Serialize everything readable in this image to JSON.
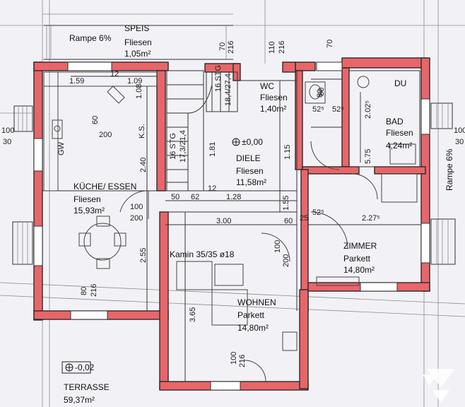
{
  "colors": {
    "wall": "#e8666a",
    "paper": "#f2f1f6",
    "line": "#2b2b2b",
    "watermark": "#ffffff"
  },
  "rooms": [
    {
      "id": "speis",
      "name": "SPEIS",
      "floor": "Fliesen",
      "area": "1,05m²"
    },
    {
      "id": "kueche",
      "name": "KÜCHE/ ESSEN",
      "floor": "Fliesen",
      "area": "15,93m²"
    },
    {
      "id": "wc",
      "name": "WC",
      "floor": "Fliesen",
      "area": "1,40m²"
    },
    {
      "id": "diele",
      "name": "DIELE",
      "floor": "Fliesen",
      "area": "11,58m²"
    },
    {
      "id": "bad",
      "name": "BAD",
      "floor": "Fliesen",
      "area": "4,24m²"
    },
    {
      "id": "zimmer",
      "name": "ZIMMER",
      "floor": "Parkett",
      "area": "14,80m²"
    },
    {
      "id": "wohnen",
      "name": "WOHNEN",
      "floor": "Parkett",
      "area": "14,80m²"
    },
    {
      "id": "terrasse",
      "name": "TERRASSE",
      "floor": "",
      "area": "59,37m²"
    }
  ],
  "labels": {
    "rampe_top": "Rampe 6%",
    "rampe_right": "Rampe 6%",
    "stairs_a": "16 STG",
    "stairs_a_dim": "18,4/27,4",
    "stairs_b": "16 STG",
    "stairs_b_dim": "17,3/21,4",
    "kamin": "Kamin 35/35  ø18",
    "level_diele": "±0,00",
    "level_terrasse": "-0,02",
    "gw": "GW",
    "ks": "K.S.",
    "du": "DU"
  },
  "dimensions": [
    "1.59",
    "1.09",
    "12",
    "1.08",
    "60",
    "200",
    "2.40",
    "2.55",
    "100",
    "200",
    "1.15",
    "1.55",
    "3.00",
    "1.28",
    "50",
    "62",
    "12",
    "1.81",
    "2.02⁵",
    "5.75",
    "52⁵",
    "52⁵",
    "80",
    "2.27⁵",
    "25",
    "52⁵",
    "60",
    "100",
    "200",
    "3.65",
    "80",
    "216",
    "100",
    "216",
    "70",
    "216",
    "110",
    "216",
    "70",
    "80",
    "30",
    "100",
    "30",
    "100"
  ],
  "icons": [
    "level-marker-icon",
    "watermark-icon"
  ]
}
